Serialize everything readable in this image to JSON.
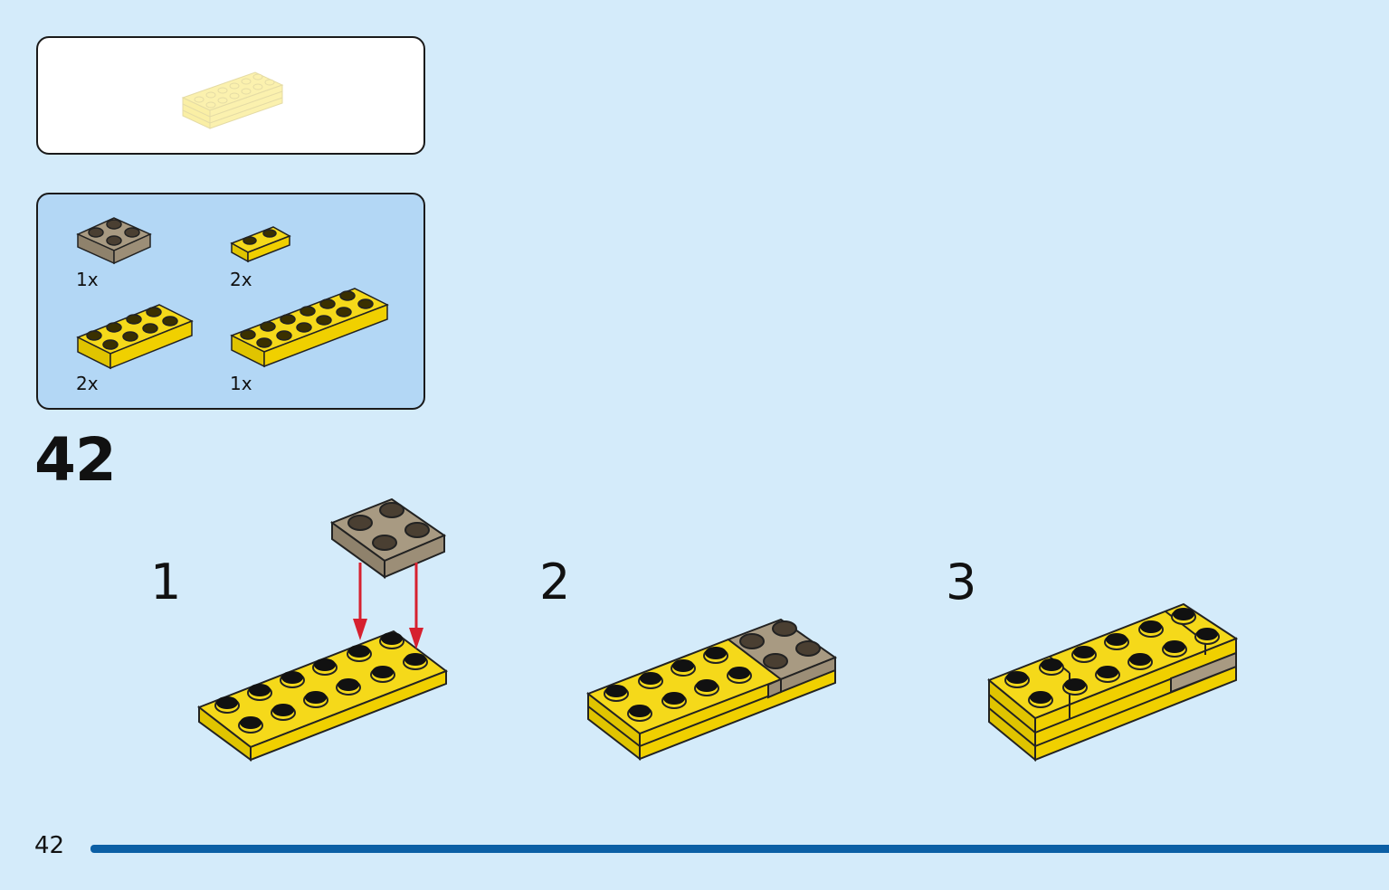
{
  "step": {
    "number": "42"
  },
  "parts": [
    {
      "qty": "1x",
      "icon": "brown-plate-2x2-icon"
    },
    {
      "qty": "2x",
      "icon": "yellow-plate-1x2-icon"
    },
    {
      "qty": "2x",
      "icon": "yellow-plate-2x4-icon"
    },
    {
      "qty": "1x",
      "icon": "yellow-plate-2x6-icon"
    }
  ],
  "substeps": [
    {
      "label": "1"
    },
    {
      "label": "2"
    },
    {
      "label": "3"
    }
  ],
  "footer": {
    "page_number": "42"
  },
  "colors": {
    "background": "#d4ebfa",
    "parts_panel": "#b3d7f5",
    "yellow": "#f5d91a",
    "brown": "#a89a82",
    "arrow": "#d6202f",
    "footer_bar": "#0b5fa5"
  }
}
